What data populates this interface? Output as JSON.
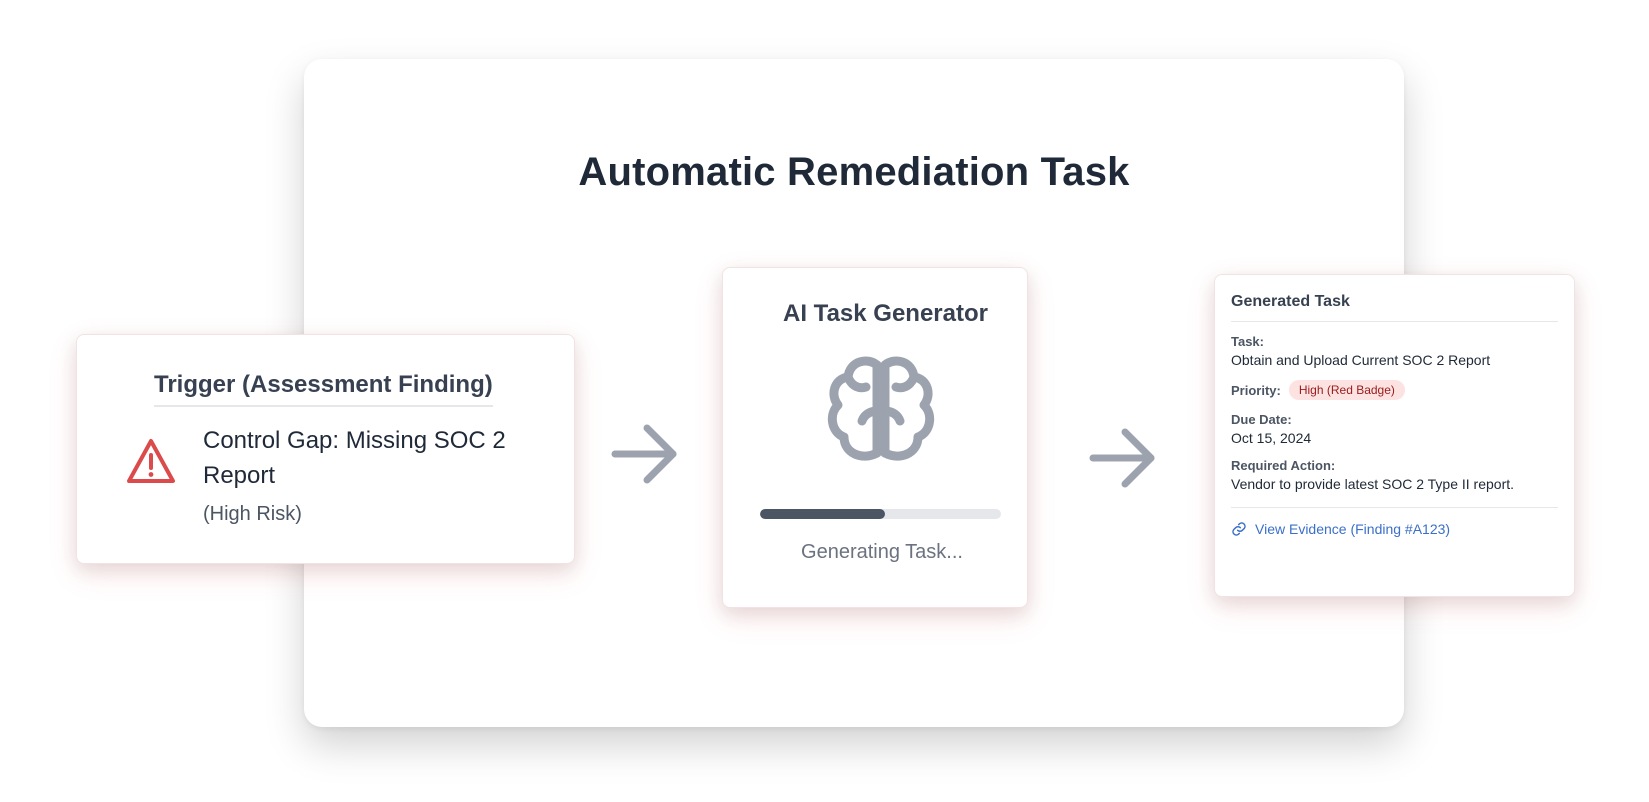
{
  "title": "Automatic Remediation Task",
  "trigger": {
    "title": "Trigger (Assessment Finding)",
    "icon": "warning-triangle-icon",
    "finding": "Control Gap: Missing SOC 2 Report",
    "risk": "(High Risk)",
    "color": "#dc4b4b"
  },
  "generator": {
    "title": "AI Task Generator",
    "icon": "brain-icon",
    "progress": 0.52,
    "status": "Generating Task..."
  },
  "result": {
    "title": "Generated Task",
    "task_label": "Task:",
    "task_value": "Obtain and Upload Current SOC 2 Report",
    "priority_label": "Priority:",
    "priority_value": "High (Red Badge)",
    "due_label": "Due Date:",
    "due_value": "Oct 15, 2024",
    "action_label": "Required Action:",
    "action_value": "Vendor to provide latest SOC 2 Type II report.",
    "link_icon": "link-icon",
    "link_text": "View Evidence (Finding #A123)",
    "link_color": "#3b6fc9"
  },
  "arrows": [
    "arrow-right-icon",
    "arrow-right-icon"
  ]
}
